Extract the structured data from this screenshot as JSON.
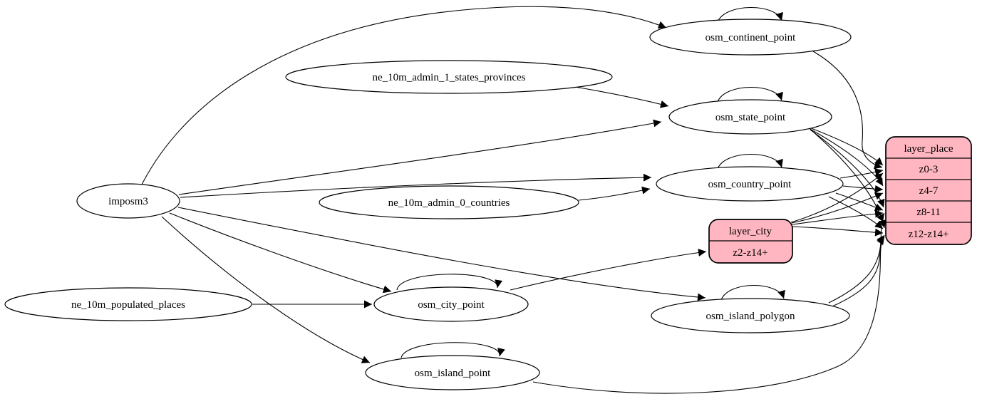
{
  "diagram": {
    "type": "graphviz-etl-flow",
    "background": "#ffffff",
    "node_fill": "#ffffff",
    "record_fill": "#ffb6c1",
    "stroke_color": "#000000"
  },
  "nodes": {
    "imposm3": {
      "label": "imposm3"
    },
    "ne_10m_admin_1_states_provinces": {
      "label": "ne_10m_admin_1_states_provinces"
    },
    "ne_10m_admin_0_countries": {
      "label": "ne_10m_admin_0_countries"
    },
    "ne_10m_populated_places": {
      "label": "ne_10m_populated_places"
    },
    "osm_continent_point": {
      "label": "osm_continent_point"
    },
    "osm_state_point": {
      "label": "osm_state_point"
    },
    "osm_country_point": {
      "label": "osm_country_point"
    },
    "osm_city_point": {
      "label": "osm_city_point"
    },
    "osm_island_polygon": {
      "label": "osm_island_polygon"
    },
    "osm_island_point": {
      "label": "osm_island_point"
    },
    "layer_city": {
      "title": "layer_city",
      "rows": [
        "z2-z14+"
      ]
    },
    "layer_place": {
      "title": "layer_place",
      "rows": [
        "z0-3",
        "z4-7",
        "z8-11",
        "z12-z14+"
      ]
    }
  },
  "edges": [
    {
      "from": "imposm3",
      "to": "osm_continent_point"
    },
    {
      "from": "imposm3",
      "to": "osm_state_point"
    },
    {
      "from": "imposm3",
      "to": "osm_country_point"
    },
    {
      "from": "imposm3",
      "to": "osm_city_point"
    },
    {
      "from": "imposm3",
      "to": "osm_island_polygon"
    },
    {
      "from": "imposm3",
      "to": "osm_island_point"
    },
    {
      "from": "ne_10m_admin_1_states_provinces",
      "to": "osm_state_point"
    },
    {
      "from": "ne_10m_admin_0_countries",
      "to": "osm_country_point"
    },
    {
      "from": "ne_10m_populated_places",
      "to": "osm_city_point"
    },
    {
      "from": "osm_continent_point",
      "to": "osm_continent_point"
    },
    {
      "from": "osm_state_point",
      "to": "osm_state_point"
    },
    {
      "from": "osm_country_point",
      "to": "osm_country_point"
    },
    {
      "from": "osm_city_point",
      "to": "osm_city_point"
    },
    {
      "from": "osm_island_polygon",
      "to": "osm_island_polygon"
    },
    {
      "from": "osm_island_point",
      "to": "osm_island_point"
    },
    {
      "from": "osm_city_point",
      "to": "layer_city:z2-z14+"
    },
    {
      "from": "osm_continent_point",
      "to": "layer_place:z0-3"
    },
    {
      "from": "osm_state_point",
      "to": "layer_place:z0-3"
    },
    {
      "from": "osm_state_point",
      "to": "layer_place:z4-7"
    },
    {
      "from": "osm_state_point",
      "to": "layer_place:z8-11"
    },
    {
      "from": "osm_state_point",
      "to": "layer_place:z12-z14+"
    },
    {
      "from": "osm_country_point",
      "to": "layer_place:z0-3"
    },
    {
      "from": "osm_country_point",
      "to": "layer_place:z4-7"
    },
    {
      "from": "osm_country_point",
      "to": "layer_place:z8-11"
    },
    {
      "from": "osm_country_point",
      "to": "layer_place:z12-z14+"
    },
    {
      "from": "layer_city",
      "to": "layer_place:z0-3"
    },
    {
      "from": "layer_city",
      "to": "layer_place:z4-7"
    },
    {
      "from": "layer_city",
      "to": "layer_place:z8-11"
    },
    {
      "from": "layer_city",
      "to": "layer_place:z12-z14+"
    },
    {
      "from": "osm_island_polygon",
      "to": "layer_place:z8-11"
    },
    {
      "from": "osm_island_polygon",
      "to": "layer_place:z12-z14+"
    },
    {
      "from": "osm_island_point",
      "to": "layer_place:z12-z14+"
    }
  ]
}
